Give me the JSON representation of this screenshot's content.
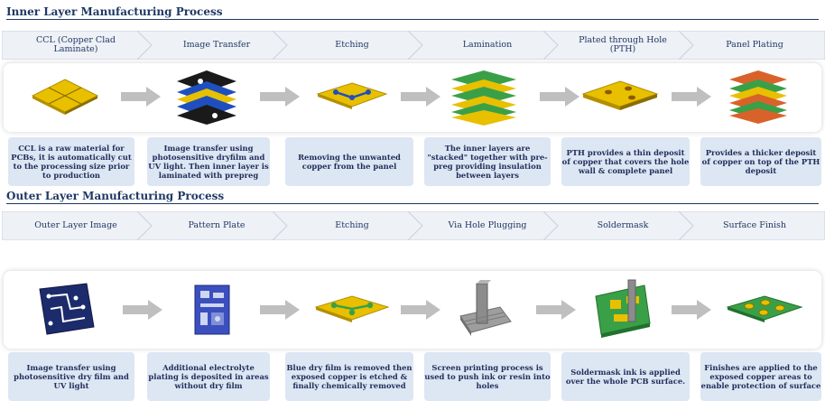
{
  "inner": {
    "title": "Inner Layer Manufacturing Process",
    "steps": [
      {
        "label": "CCL (Copper Clad Laminate)",
        "desc": "CCL is a raw material for PCBs, it is automatically cut to the processing size prior to production"
      },
      {
        "label": "Image Transfer",
        "desc": "Image transfer using photosensitive dryfilm and UV light. Then inner layer is laminated with prepreg"
      },
      {
        "label": "Etching",
        "desc": "Removing the unwanted copper from the panel"
      },
      {
        "label": "Lamination",
        "desc": "The inner layers are \"stacked\" together with pre-preg providing insulation between layers"
      },
      {
        "label": "Plated through Hole (PTH)",
        "desc": "PTH provides a thin deposit of copper that covers the hole wall & complete panel"
      },
      {
        "label": "Panel Plating",
        "desc": "Provides a thicker deposit of copper on top of the PTH deposit"
      }
    ]
  },
  "outer": {
    "title": "Outer Layer Manufacturing Process",
    "steps": [
      {
        "label": "Outer Layer Image",
        "desc": "Image transfer using photosensitive dry film and UV light"
      },
      {
        "label": "Pattern Plate",
        "desc": "Additional electrolyte plating is deposited in areas without dry film"
      },
      {
        "label": "Etching",
        "desc": "Blue dry film is removed then exposed copper is etched & finally chemically removed"
      },
      {
        "label": "Via Hole Plugging",
        "desc": "Screen printing process is used to push ink or resin into holes"
      },
      {
        "label": "Soldermask",
        "desc": "Soldermask ink is applied over the whole PCB surface."
      },
      {
        "label": "Surface Finish",
        "desc": "Finishes are applied to the exposed copper areas to enable protection of surface"
      }
    ]
  },
  "colors": {
    "title": "#1f3864",
    "chevron": "#eef1f6",
    "desc_box": "#dde6f3",
    "arrow": "#bfbfbf",
    "pcb_yellow": "#e8c000",
    "pcb_green": "#3aa048",
    "dryfilm_blue": "#1f4fbf"
  },
  "icons": {
    "inner": [
      "ccl-panel-icon",
      "image-transfer-stack-icon",
      "etched-panel-icon",
      "lamination-stack-icon",
      "pth-panel-icon",
      "panel-plating-stack-icon"
    ],
    "outer": [
      "outer-layer-image-board-icon",
      "pattern-plate-board-icon",
      "etched-board-icon",
      "via-plugging-icon",
      "soldermask-board-icon",
      "surface-finish-board-icon"
    ]
  }
}
